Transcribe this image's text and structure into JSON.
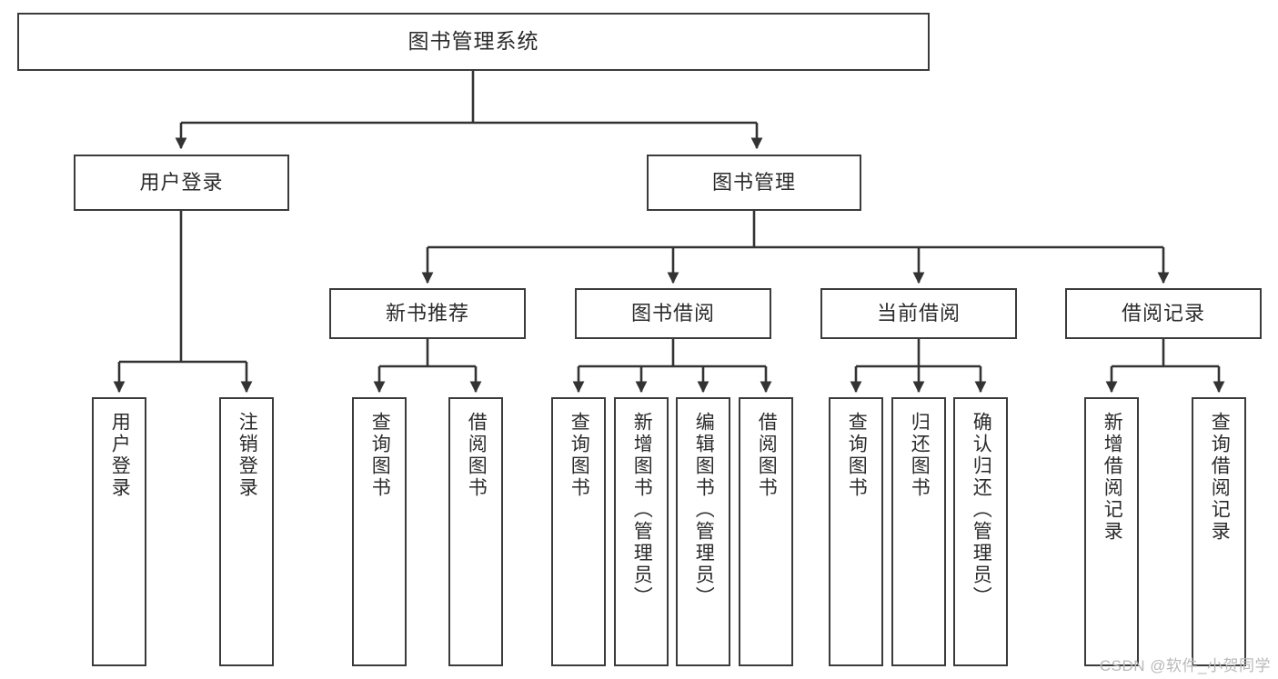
{
  "diagram": {
    "title": "图书管理系统",
    "watermark": "CSDN @软件_小贺同学",
    "colors": {
      "box_border": "#3b3b3b",
      "box_fill": "#ffffff",
      "connector": "#333333",
      "text": "#2b2b2b",
      "watermark": "#b9b9b9",
      "background": "#ffffff"
    },
    "root": {
      "label": "图书管理系统"
    },
    "level2": [
      {
        "label": "用户登录"
      },
      {
        "label": "图书管理"
      }
    ],
    "level3": [
      {
        "label": "新书推荐"
      },
      {
        "label": "图书借阅"
      },
      {
        "label": "当前借阅"
      },
      {
        "label": "借阅记录"
      }
    ],
    "leaves": {
      "user_login": [
        {
          "label": "用户登录"
        },
        {
          "label": "注销登录"
        }
      ],
      "new_book_rec": [
        {
          "label": "查询图书"
        },
        {
          "label": "借阅图书"
        }
      ],
      "book_borrow": [
        {
          "label": "查询图书"
        },
        {
          "label": "新增图书（管理员）"
        },
        {
          "label": "编辑图书（管理员）"
        },
        {
          "label": "借阅图书"
        }
      ],
      "current_borrow": [
        {
          "label": "查询图书"
        },
        {
          "label": "归还图书"
        },
        {
          "label": "确认归还（管理员）"
        }
      ],
      "borrow_record": [
        {
          "label": "新增借阅记录"
        },
        {
          "label": "查询借阅记录"
        }
      ]
    }
  }
}
